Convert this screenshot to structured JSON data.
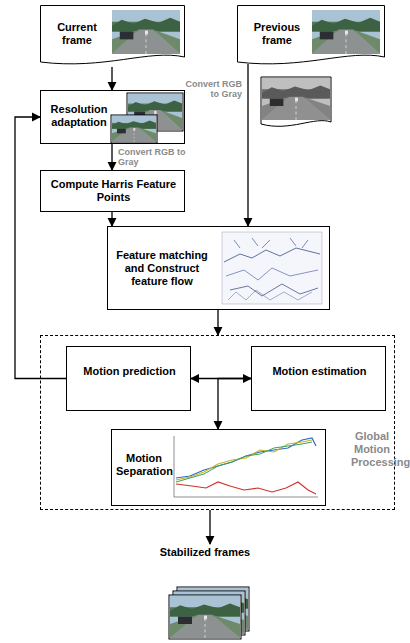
{
  "diagram": {
    "nodes": [
      {
        "text": [
          "Current frame"
        ]
      },
      {
        "text": [
          "Previous frame"
        ]
      },
      {
        "text": [
          "Resolution adaptation"
        ]
      },
      {
        "text": [
          "Compute Harris Feature Points"
        ]
      },
      {
        "text": [
          "Feature matching and Construct feature flow"
        ]
      },
      {
        "text": [
          "Global Motion Processing"
        ]
      },
      {
        "text": [
          "Motion prediction"
        ],
        "in": 5
      },
      {
        "text": [
          "Motion estimation"
        ],
        "in": 5
      },
      {
        "text": [
          "Motion Separation"
        ],
        "in": 5
      },
      {
        "text": [
          "Stabilized frames"
        ]
      }
    ],
    "edges": [
      {
        "from": 0,
        "to": 2,
        "arrow": "to"
      },
      {
        "from": 2,
        "to": 3,
        "arrow": "to",
        "label": "Convert RGB to Gray"
      },
      {
        "from": 3,
        "to": 4,
        "arrow": "to"
      },
      {
        "from": 1,
        "to": 4,
        "arrow": "to",
        "label": "Convert RGB to Gray"
      },
      {
        "from": 4,
        "to": 5,
        "arrow": "to"
      },
      {
        "from": 6,
        "to": 2,
        "arrow": "to"
      },
      {
        "from": 6,
        "to": 7,
        "arrow": "both"
      },
      {
        "from": 7,
        "to": 8,
        "arrow": "to"
      },
      {
        "from": 5,
        "to": 9,
        "arrow": "to"
      }
    ]
  }
}
